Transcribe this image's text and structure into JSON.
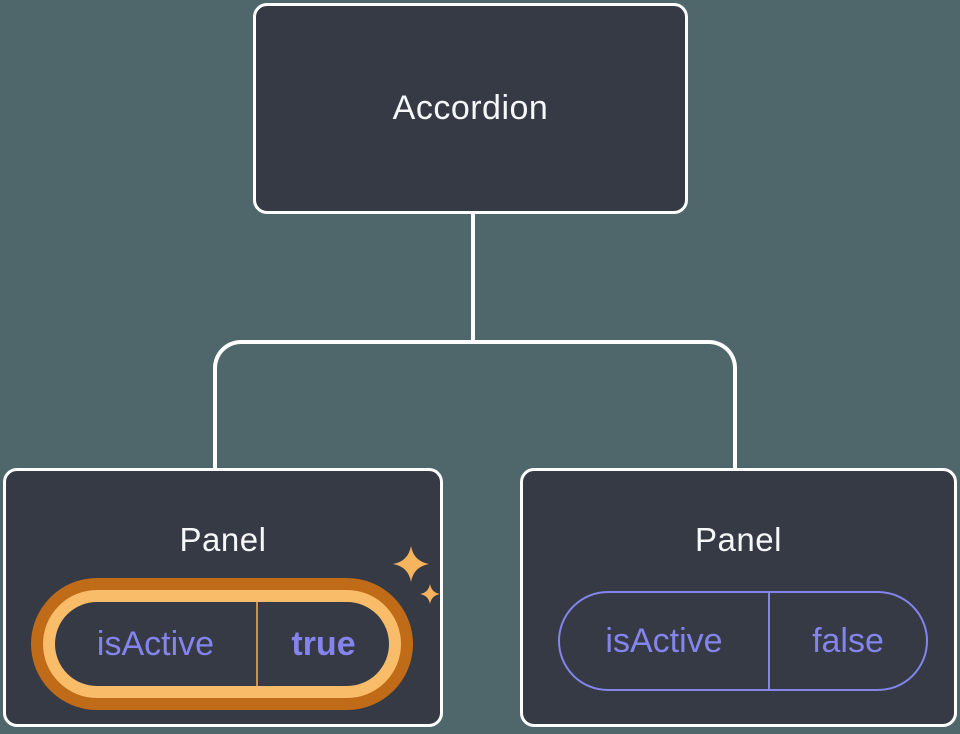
{
  "tree": {
    "root": {
      "label": "Accordion"
    },
    "panels": [
      {
        "title": "Panel",
        "state": {
          "key": "isActive",
          "value": "true"
        },
        "highlighted": true
      },
      {
        "title": "Panel",
        "state": {
          "key": "isActive",
          "value": "false"
        },
        "highlighted": false
      }
    ]
  },
  "icons": {
    "sparkle": "four-point-star"
  },
  "colors": {
    "background": "#4F666B",
    "node_fill": "#353A44",
    "node_border": "#FFFFFF",
    "title_text": "#F6F7F9",
    "state_purple": "#8584EC",
    "highlight_outer": "#C06B17",
    "highlight_inner": "#F9BC69",
    "highlight_divider": "#CD9140",
    "sparkle": "#F7B45F"
  }
}
